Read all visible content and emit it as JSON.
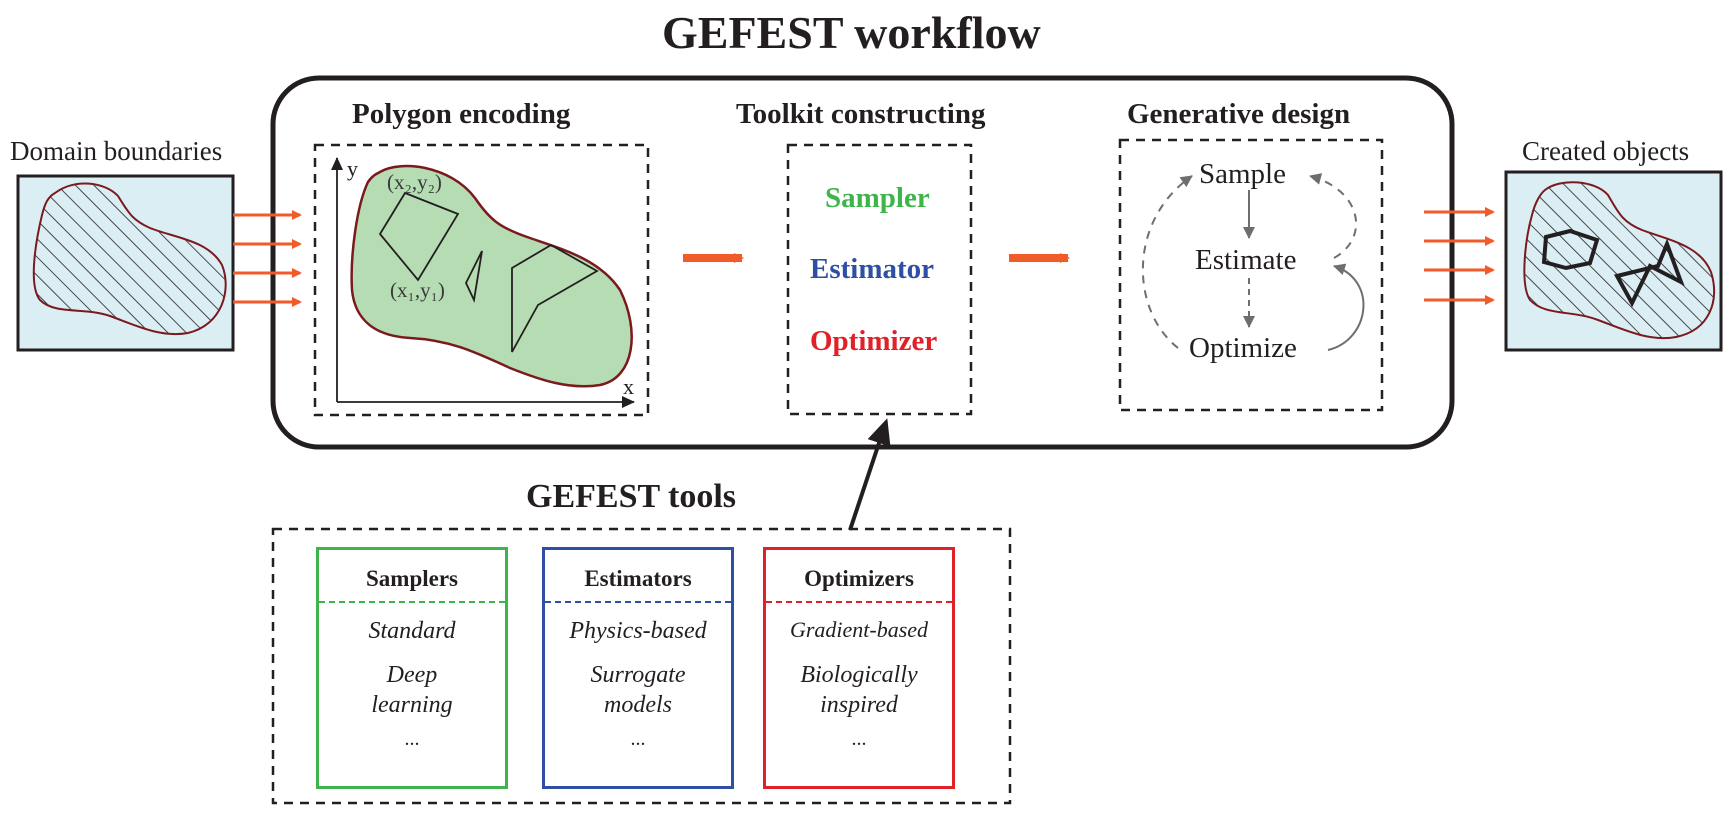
{
  "title": "GEFEST workflow",
  "colors": {
    "accent_arrow": "#f15a29",
    "domain_bg": "#dbeef4",
    "shape_outline": "#7b1a1e",
    "polygon_fill": "#b5dcb2",
    "sampler": "#3db54a",
    "estimator": "#2e4fa3",
    "optimizer": "#e02128",
    "flow_gray": "#6d6e71"
  },
  "input": {
    "label": "Domain boundaries"
  },
  "output": {
    "label": "Created objects"
  },
  "stages": {
    "polygon_encoding": {
      "title": "Polygon encoding",
      "axis_x": "x",
      "axis_y": "y",
      "point_top": "(x₂,y₂)",
      "point_bottom": "(x₁,y₁)"
    },
    "toolkit": {
      "title": "Toolkit constructing",
      "items": [
        "Sampler",
        "Estimator",
        "Optimizer"
      ]
    },
    "generative": {
      "title": "Generative design",
      "steps": [
        "Sample",
        "Estimate",
        "Optimize"
      ]
    }
  },
  "tools": {
    "title": "GEFEST tools",
    "cards": [
      {
        "header": "Samplers",
        "items": [
          "Standard",
          "Deep learning"
        ],
        "more": "..."
      },
      {
        "header": "Estimators",
        "items": [
          "Physics-based",
          "Surrogate models"
        ],
        "more": "..."
      },
      {
        "header": "Optimizers",
        "items": [
          "Gradient-based",
          "Biologically inspired"
        ],
        "more": "..."
      }
    ]
  }
}
